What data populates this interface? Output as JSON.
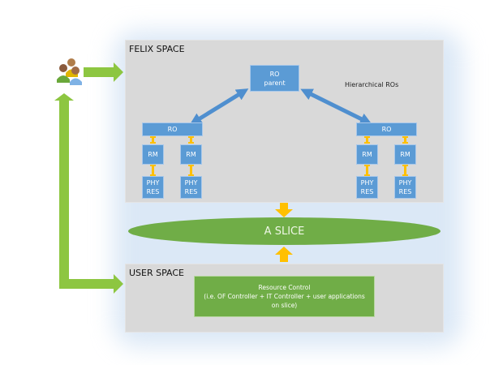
{
  "felix_space": {
    "title": "FELIX SPACE",
    "annotation": "Hierarchical ROs",
    "ro_parent": {
      "line1": "RO",
      "line2": "parent"
    },
    "left_group": {
      "ro": "RO",
      "rm": [
        "RM",
        "RM"
      ],
      "phy_res": [
        {
          "line1": "PHY",
          "line2": "RES"
        },
        {
          "line1": "PHY",
          "line2": "RES"
        }
      ]
    },
    "right_group": {
      "ro": "RO",
      "rm": [
        "RM",
        "RM"
      ],
      "phy_res": [
        {
          "line1": "PHY",
          "line2": "RES"
        },
        {
          "line1": "PHY",
          "line2": "RES"
        }
      ]
    }
  },
  "slice": {
    "label": "A SLICE"
  },
  "user_space": {
    "title": "USER SPACE",
    "resource_control": {
      "line1": "Resource Control",
      "line2": "(i.e. OF Controller + IT Controller + user applications",
      "line3": "on slice)"
    }
  },
  "users_icon": "users-group-icon",
  "colors": {
    "node_blue": "#5b9bd5",
    "arrow_blue": "#4f8fcf",
    "green": "#70ad47",
    "light_green": "#8dc641",
    "yellow": "#ffc000",
    "space_gray": "#d9d9d9"
  }
}
